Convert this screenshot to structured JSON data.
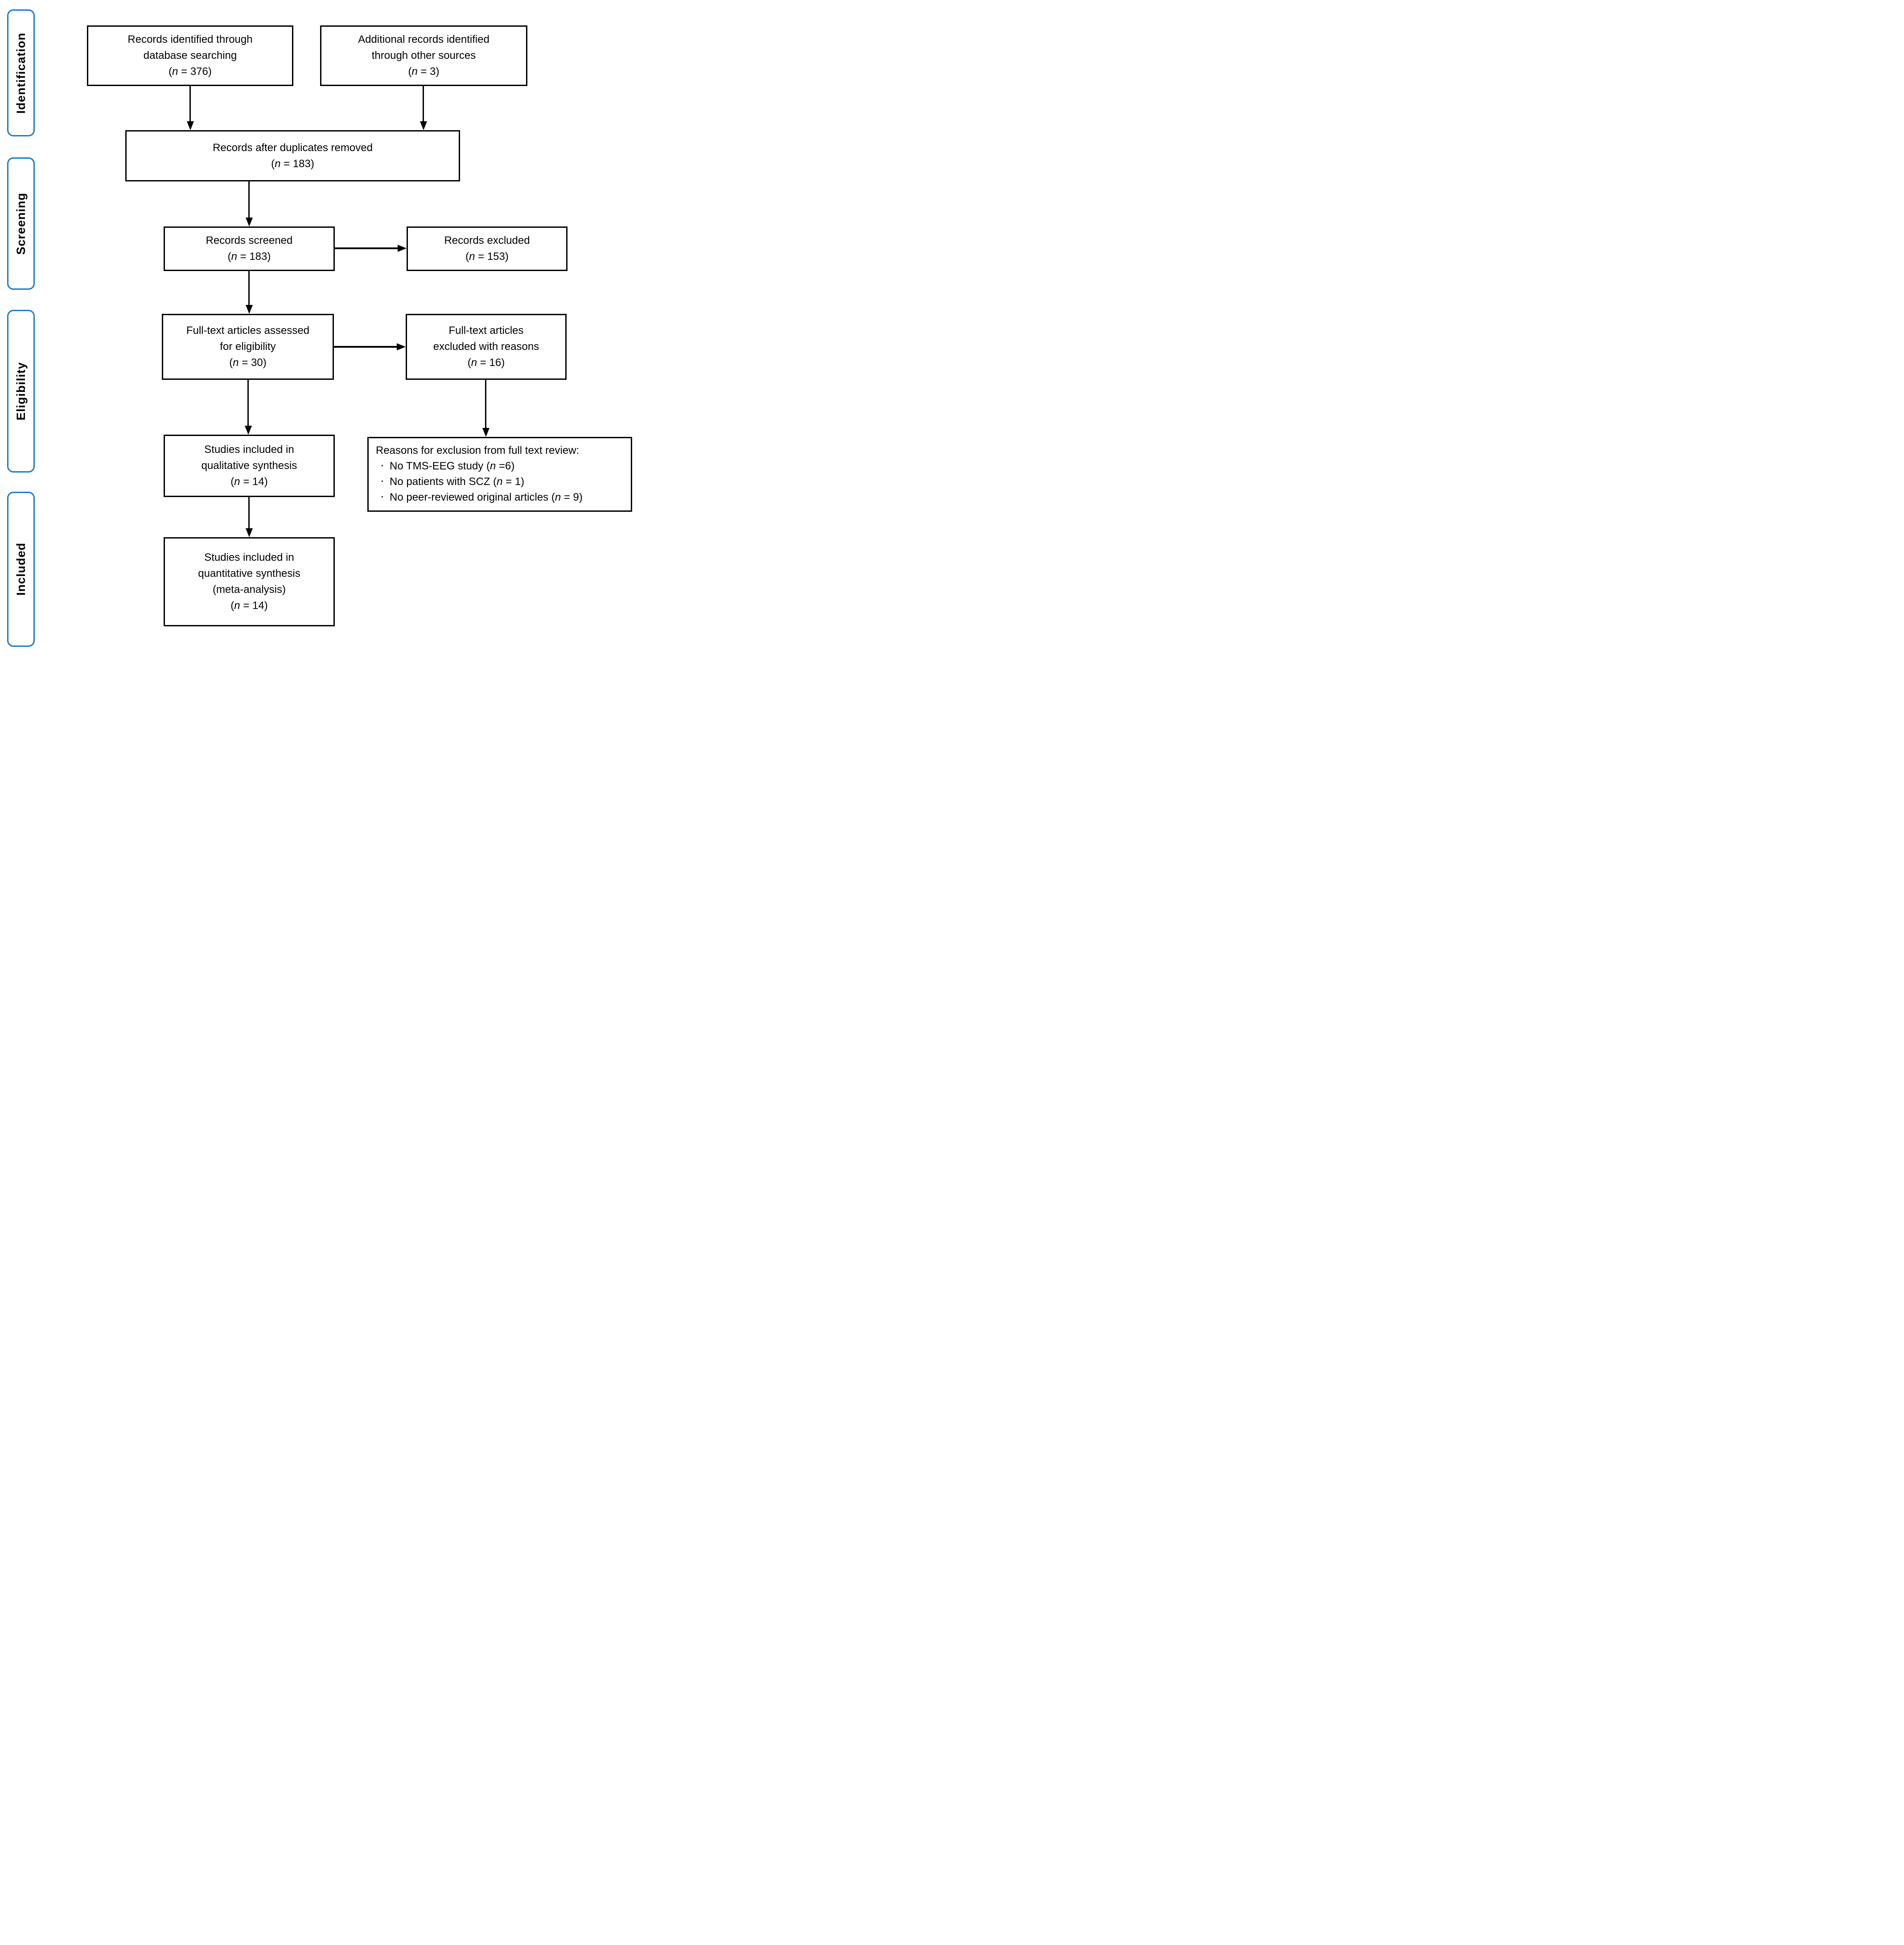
{
  "colors": {
    "stage_border": "#1B7AC4",
    "box_border": "#000000",
    "text": "#000000",
    "background": "#FFFFFF"
  },
  "stages": [
    {
      "label": "Identification"
    },
    {
      "label": "Screening"
    },
    {
      "label": "Eligibility"
    },
    {
      "label": "Included"
    }
  ],
  "boxes": {
    "records_identified": {
      "line1": "Records identified through",
      "line2": "database searching",
      "count_pre": "(",
      "count_n": "n",
      "count_post": " = 376)"
    },
    "additional_records": {
      "line1": "Additional records identified",
      "line2": "through other sources",
      "count_pre": "(",
      "count_n": "n",
      "count_post": " = 3)"
    },
    "after_duplicates": {
      "line1": "Records after duplicates removed",
      "count_pre": "(",
      "count_n": "n",
      "count_post": " = 183)"
    },
    "records_screened": {
      "line1": "Records screened",
      "count_pre": "(",
      "count_n": "n",
      "count_post": " = 183)"
    },
    "records_excluded": {
      "line1": "Records excluded",
      "count_pre": "(",
      "count_n": "n",
      "count_post": " = 153)"
    },
    "fulltext_assessed": {
      "line1": "Full-text articles assessed",
      "line2": "for eligibility",
      "count_pre": "(",
      "count_n": "n",
      "count_post": " = 30)"
    },
    "fulltext_excluded": {
      "line1": "Full-text articles",
      "line2": "excluded with reasons",
      "count_pre": "(",
      "count_n": "n",
      "count_post": " = 16)"
    },
    "qualitative": {
      "line1": "Studies included in",
      "line2": "qualitative synthesis",
      "count_pre": "(",
      "count_n": "n",
      "count_post": " = 14)"
    },
    "reasons": {
      "title": "Reasons for exclusion from full text review:",
      "bullet_char": "・",
      "items": [
        {
          "pre": "No TMS-EEG study (",
          "n": "n",
          "post": " =6)"
        },
        {
          "pre": "No patients with SCZ (",
          "n": "n",
          "post": " = 1)"
        },
        {
          "pre": "No peer-reviewed original articles (",
          "n": "n",
          "post": " = 9)"
        }
      ]
    },
    "quantitative": {
      "line1": "Studies included in",
      "line2": "quantitative synthesis",
      "line3": "(meta-analysis)",
      "count_pre": "(",
      "count_n": "n",
      "count_post": " = 14)"
    }
  }
}
